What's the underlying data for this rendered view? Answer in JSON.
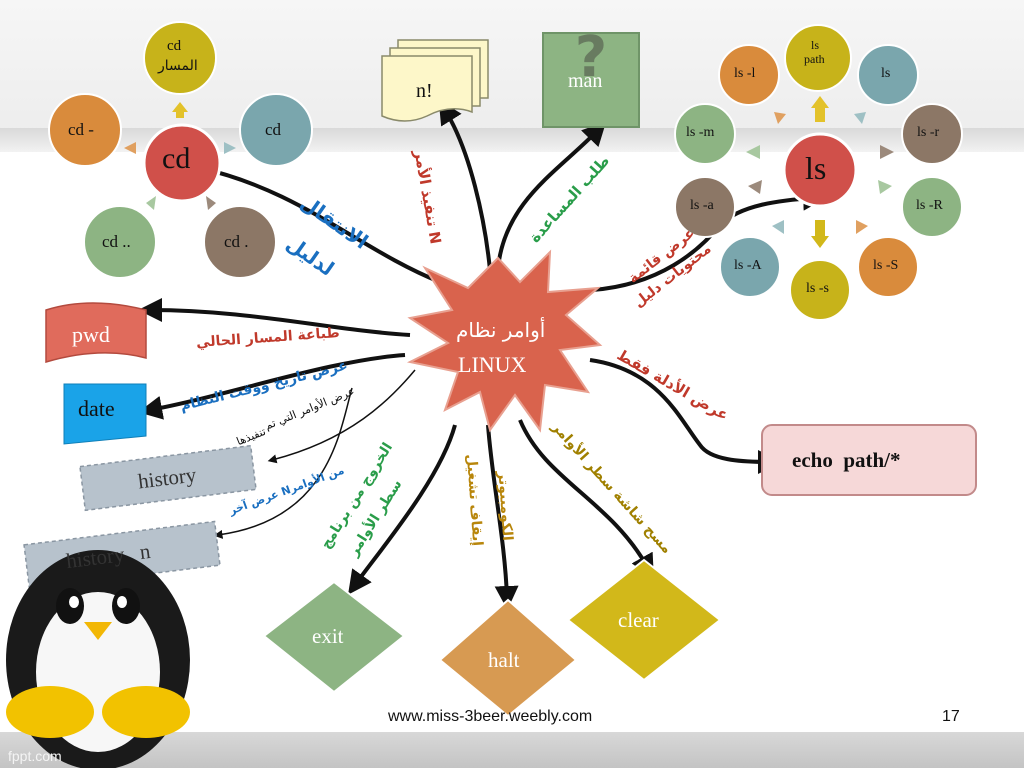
{
  "center": {
    "line1": "أوامر نظام",
    "line2": "LINUX"
  },
  "cd_group": {
    "center": "cd",
    "top": [
      "cd",
      "المسار"
    ],
    "left": "cd -",
    "right": "cd",
    "bottom_left": "cd ..",
    "bottom_right": "cd ."
  },
  "ls_group": {
    "center": "ls",
    "top": [
      "ls",
      "path"
    ],
    "l": "ls -l",
    "plain": "ls",
    "m": "ls  -m",
    "r": "ls -r",
    "a": "ls -a",
    "R": "ls -R",
    "A": "ls -A",
    "s": "ls -s",
    "S": "ls -S"
  },
  "commands": {
    "n": "n!",
    "man": "man",
    "pwd": "pwd",
    "date": "date",
    "history": "history",
    "history_n": "history   n",
    "exit": "exit",
    "halt": "halt",
    "clear": "clear",
    "echo": "echo  path/*"
  },
  "labels": {
    "cd_label": [
      "الانتقال",
      "لدليل"
    ],
    "n_label": "تنفيذ الأمر  N",
    "man_label": "طلب المساعدة",
    "ls_label": [
      "عرض قائمة",
      "محتويات دليل"
    ],
    "pwd_label": "طباعة المسار الحالي",
    "date_label": "عرض تاريخ ووقت النظام",
    "history_label": [
      "عرض الأوامر التي تم",
      "تنفيذها"
    ],
    "history_n_label": "عرض آخر Nمن الأوامر",
    "exit_label": [
      "الخروج من برنامج",
      "سطر الأوامر"
    ],
    "halt_label": [
      "إيقاف تشغيل",
      "الكومبيوتر"
    ],
    "clear_label": [
      "مسح شاشة سطر الأوامر"
    ],
    "echo_label": "عرض الأدلة فقط"
  },
  "footer": {
    "url": "www.miss-3beer.weebly.com",
    "page": "17",
    "brand": "fppt.com"
  },
  "colors": {
    "star": "#d9634d",
    "cd_center": "#d0504a",
    "orange": "#d98b3c",
    "teal": "#7aa6ad",
    "green": "#8db483",
    "brown": "#8c7766",
    "yellow": "#c7b31a",
    "pwd": "#e06b5c",
    "date": "#1aa3e8",
    "gray_box": "#b7c2cc",
    "exit": "#8db483",
    "halt": "#d79a52",
    "clear": "#d2b81a",
    "echo": "#f6d8d8"
  }
}
